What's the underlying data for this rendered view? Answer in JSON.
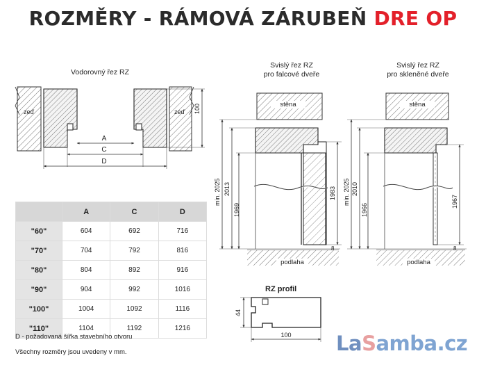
{
  "title": {
    "main": "ROZMĚRY - RÁMOVÁ ZÁRUBEŇ",
    "accent": "DRE OP"
  },
  "horizontal_section": {
    "label": "Vodorovný řez RZ",
    "wall_label": "zeď",
    "dims": {
      "a": "A",
      "c": "C",
      "d": "D",
      "height": "100"
    }
  },
  "vertical_section_rebated": {
    "label_line1": "Svislý řez RZ",
    "label_line2": "pro falcové dveře",
    "wall_label": "stěna",
    "floor_label": "podlaha",
    "dims": {
      "min": "min. 2025",
      "d1": "2013",
      "d2": "1969",
      "d3": "1983",
      "bottom": "8"
    }
  },
  "vertical_section_glass": {
    "label_line1": "Svislý řez RZ",
    "label_line2": "pro skleněné dveře",
    "wall_label": "stěna",
    "floor_label": "podlaha",
    "dims": {
      "min": "min. 2025",
      "d1": "2010",
      "d2": "1966",
      "d3": "1967",
      "bottom": "8"
    }
  },
  "table": {
    "headers": [
      "",
      "A",
      "C",
      "D"
    ],
    "rows": [
      {
        "label": "\"60\"",
        "a": "604",
        "c": "692",
        "d": "716"
      },
      {
        "label": "\"70\"",
        "a": "704",
        "c": "792",
        "d": "816"
      },
      {
        "label": "\"80\"",
        "a": "804",
        "c": "892",
        "d": "916"
      },
      {
        "label": "\"90\"",
        "a": "904",
        "c": "992",
        "d": "1016"
      },
      {
        "label": "\"100\"",
        "a": "1004",
        "c": "1092",
        "d": "1116"
      },
      {
        "label": "\"110\"",
        "a": "1104",
        "c": "1192",
        "d": "1216"
      }
    ]
  },
  "notes": {
    "line1": "D - požadovaná šířka stavebního otvoru",
    "line2": "Všechny rozměry jsou uvedeny v mm."
  },
  "profile": {
    "label": "RZ profil",
    "height": "44",
    "width": "100"
  },
  "brand": {
    "part1": "La",
    "part2": "S",
    "part3": "amba.cz"
  }
}
